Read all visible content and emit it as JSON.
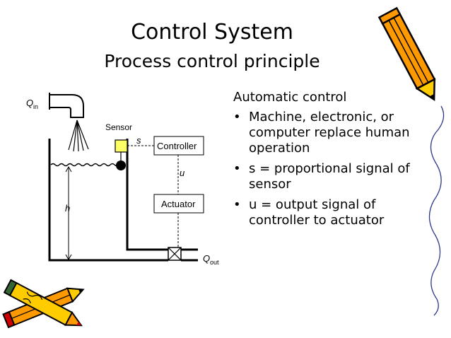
{
  "slide": {
    "title": "Control System",
    "subtitle": "Process control principle"
  },
  "diagram": {
    "q_in_main": "Q",
    "q_in_sub": "in",
    "sensor_label": "Sensor",
    "s_label": "s",
    "controller_label": "Controller",
    "u_label": "u",
    "actuator_label": "Actuator",
    "h_label": "h",
    "q_out_main": "Q",
    "q_out_sub": "out"
  },
  "content": {
    "heading": "Automatic control",
    "bullet_glyph": "•",
    "bullets": [
      "Machine, electronic, or computer replace human operation",
      "s = proportional signal of sensor",
      "u = output signal of controller to actuator"
    ]
  },
  "colors": {
    "sensor_yellow": "#ffff66",
    "pencil_orange": "#ff9900",
    "pencil_yellow": "#ffcc00",
    "pencil_red": "#cc0000",
    "pencil_green": "#336633"
  }
}
